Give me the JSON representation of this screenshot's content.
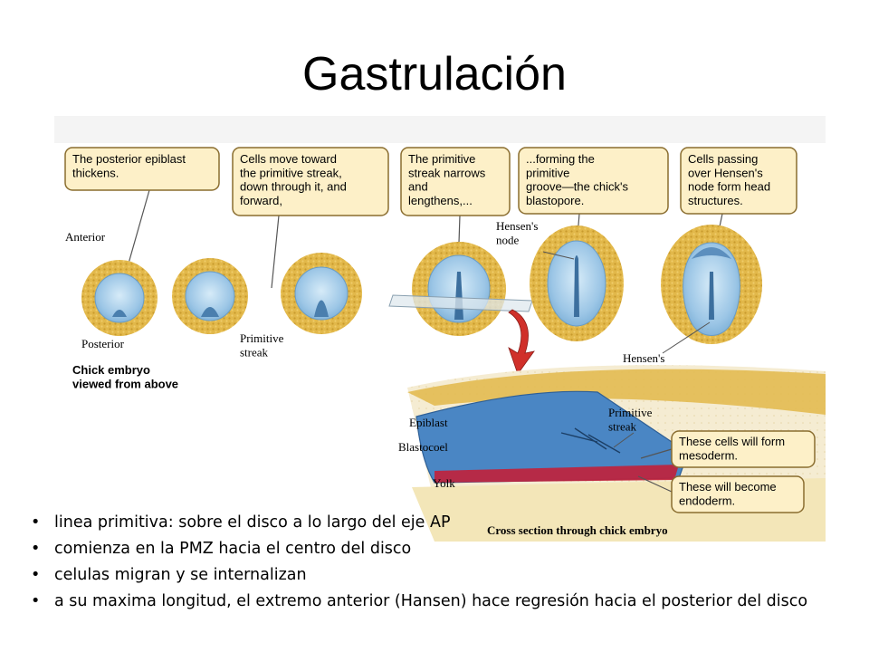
{
  "title": "Gastrulación",
  "figure": {
    "callouts": [
      "The posterior epiblast\nthickens.",
      "Cells move toward\nthe primitive streak,\ndown through it, and\nforward,",
      "The primitive\nstreak narrows\nand\nlengthens,...",
      "...forming the\nprimitive\ngroove—the chick's\nblastopore.",
      "Cells passing\nover Hensen's\nnode form head\nstructures."
    ],
    "labels": {
      "anterior": "Anterior",
      "posterior": "Posterior",
      "primitive_streak": "Primitive\nstreak",
      "hensens_node_top": "Hensen's\nnode",
      "hensens_node_bottom": "Hensen's\nnode",
      "chick_embryo": "Chick embryo\nviewed from above",
      "epiblast": "Epiblast",
      "blastocoel": "Blastocoel",
      "yolk": "Yolk",
      "cs_primitive_streak": "Primitive\nstreak",
      "mesoderm": "These cells will form\nmesoderm.",
      "endoderm": "These will become\nendoderm.",
      "cross_section": "Cross section through chick embryo"
    },
    "colors": {
      "callout_fill": "#fdf0c8",
      "callout_stroke": "#8a6d2f",
      "yolk_ring": "#e2b84a",
      "embryo_blue": "#9cc6e6",
      "cross_section_blue": "#4a86c4",
      "mesoderm_red": "#c2203a",
      "arrow_red": "#d0302a"
    }
  },
  "bullets": [
    "linea primitiva: sobre el disco a lo largo del eje AP",
    "comienza en la PMZ hacia el centro del disco",
    "celulas migran y se internalizan",
    "a su maxima longitud, el extremo anterior (Hansen) hace regresión hacia el posterior del disco"
  ]
}
